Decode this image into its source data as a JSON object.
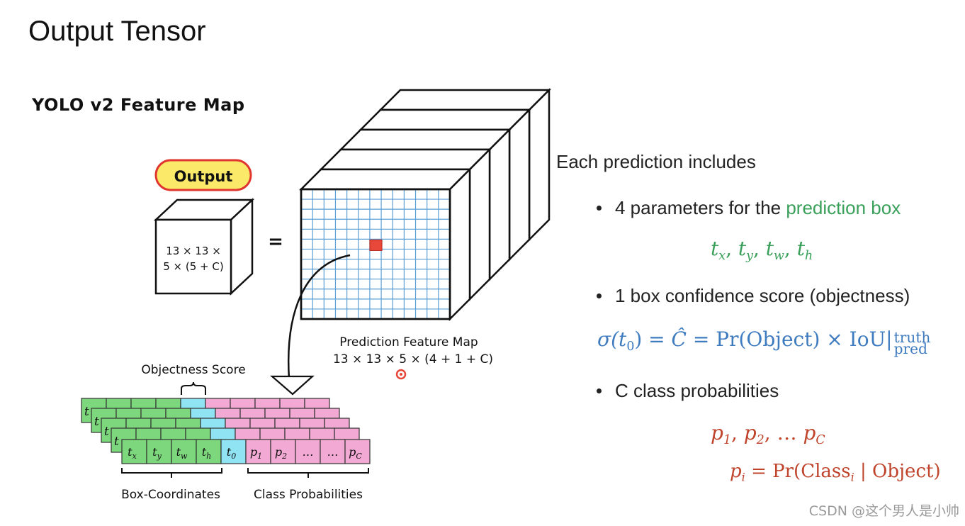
{
  "title": "Output Tensor",
  "diagram": {
    "heading": "YOLO v2 Feature Map",
    "output_badge": "Output",
    "small_cube_line1": "13 × 13 ×",
    "small_cube_line2": "5 × (5 + C)",
    "equals": "=",
    "feature_map_label": "Prediction Feature Map",
    "feature_map_dims": "13 × 13 × 5 × (4 + 1 + C)",
    "objectness_label": "Objectness Score",
    "box_coords_label": "Box-Coordinates",
    "class_probs_label": "Class Probabilities",
    "vector_cells": [
      "t",
      "x",
      "t",
      "y",
      "t",
      "w",
      "t",
      "h",
      "t",
      "0",
      "p",
      "1",
      "p",
      "2",
      "…",
      "…",
      "p",
      "C"
    ],
    "back_cell_letter": "t",
    "colors": {
      "green": "#7dd87d",
      "cyan": "#8fe3f2",
      "pink": "#f2a9d3",
      "grid": "#5a9fd6",
      "red": "#e8483a",
      "badge": "#fbe96a",
      "badge_border": "#e0362f"
    }
  },
  "right": {
    "intro": "Each prediction includes",
    "b1_pre": "4 parameters for the ",
    "b1_hl": "prediction box",
    "b1_formula": {
      "t": "t",
      "subs": [
        "x",
        "y",
        "w",
        "h"
      ],
      "sep": ","
    },
    "b2": "1 box confidence score (objectness)",
    "b2_formula": {
      "sigma": "σ(",
      "t": "t",
      "t_sub": "0",
      "mid": ") = ",
      "chat": "Ĉ",
      "eq2": " = Pr(Object) × IoU",
      "bar": "|",
      "sup": "truth",
      "sub": "pred"
    },
    "b3": "C class probabilities",
    "b3_formula": {
      "p": "p",
      "s1": "1",
      "s2": "2",
      "ellipsis": ", …",
      "sC": "C",
      "sep": ","
    },
    "b3_formula2": {
      "p": "p",
      "sub": "i",
      "eq": " = Pr(Class",
      "csub": "i",
      "rest": " | Object)"
    },
    "colors": {
      "green": "#3aa05a",
      "blue": "#3f7bbf",
      "red": "#c0442c"
    }
  },
  "watermark": "CSDN @这个男人是小帅"
}
